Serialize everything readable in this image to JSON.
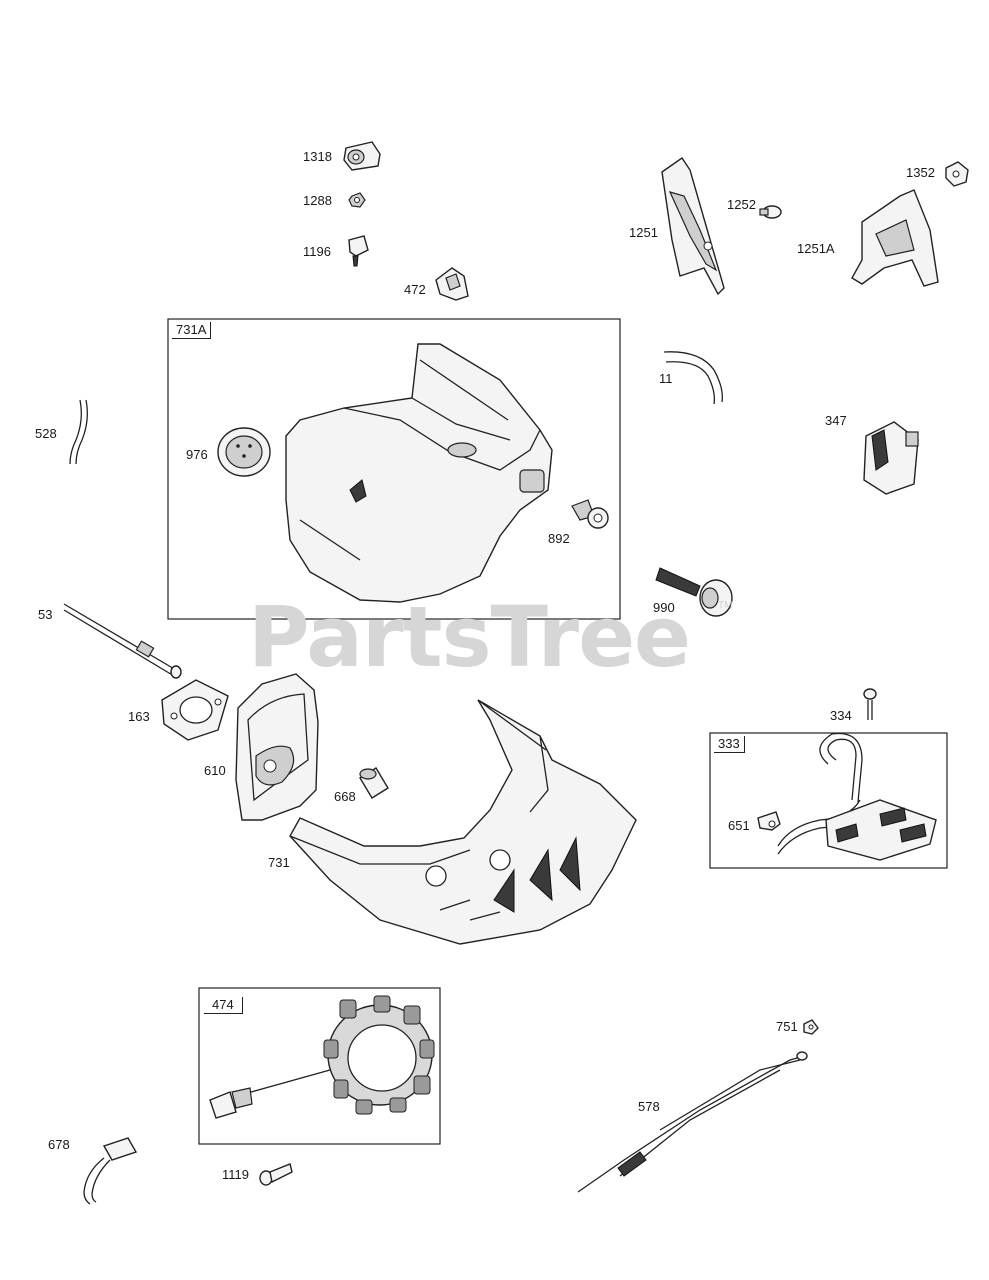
{
  "watermark": {
    "text": "PartsTree",
    "mark": "TM"
  },
  "callouts": {
    "p1318": "1318",
    "p1288": "1288",
    "p1196": "1196",
    "p472": "472",
    "p1251": "1251",
    "p1252": "1252",
    "p1352": "1352",
    "p1251A": "1251A",
    "p731A": "731A",
    "p976": "976",
    "p892": "892",
    "p528": "528",
    "p11": "11",
    "p347": "347",
    "p990": "990",
    "p53": "53",
    "p163": "163",
    "p610": "610",
    "p668": "668",
    "p731": "731",
    "p334": "334",
    "p333": "333",
    "p651": "651",
    "p474": "474",
    "p751": "751",
    "p578": "578",
    "p678": "678",
    "p1119": "1119"
  }
}
